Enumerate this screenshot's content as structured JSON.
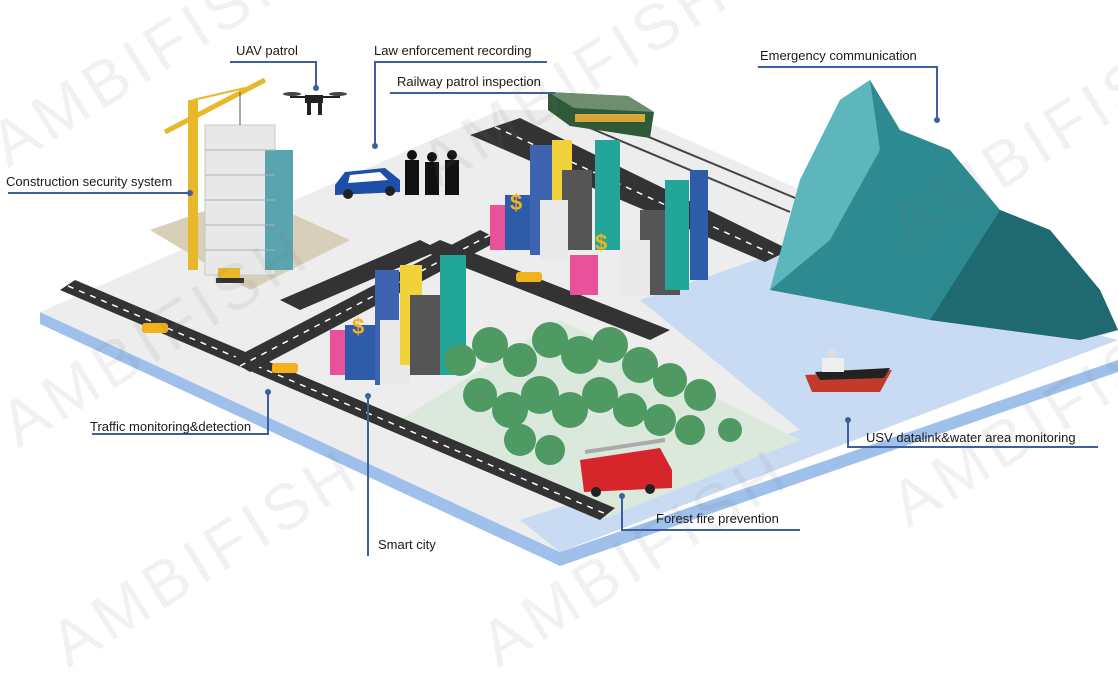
{
  "watermark": "AMBIFISH",
  "labels": {
    "uav_patrol": "UAV patrol",
    "law_enforcement": "Law enforcement recording",
    "railway_patrol": "Railway patrol inspection",
    "emergency_communication": "Emergency communication",
    "construction_security": "Construction security system",
    "traffic_monitoring": "Traffic monitoring&detection",
    "smart_city": "Smart city",
    "forest_fire": "Forest fire prevention",
    "usv_datalink": "USV datalink&water area monitoring"
  },
  "colors": {
    "leader_line": "#3d5f9e",
    "water": "#c9dbf2",
    "mountain": "#2d8a91",
    "road": "#333333",
    "ground": "#ececec"
  }
}
